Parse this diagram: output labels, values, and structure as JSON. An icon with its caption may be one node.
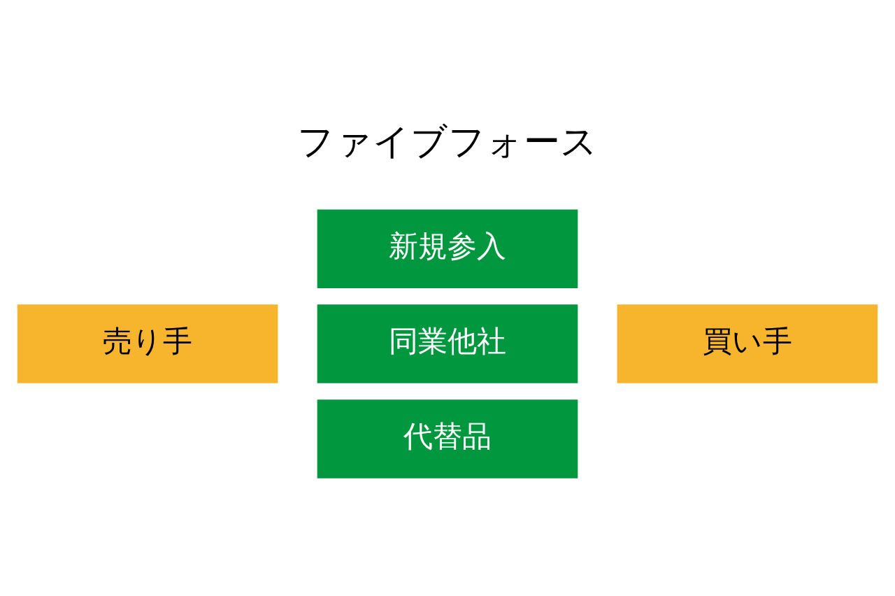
{
  "diagram": {
    "title": "ファイブフォース",
    "nodes": [
      {
        "text": [
          "新規参入"
        ]
      },
      {
        "text": [
          "売り手"
        ]
      },
      {
        "text": [
          "同業他社"
        ]
      },
      {
        "text": [
          "買い手"
        ]
      },
      {
        "text": [
          "代替品"
        ]
      }
    ]
  }
}
